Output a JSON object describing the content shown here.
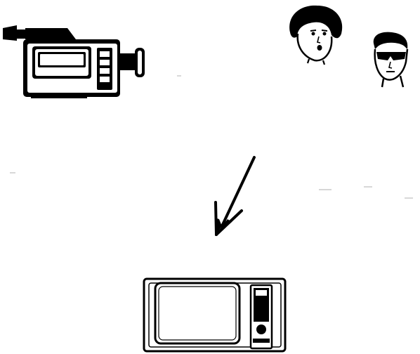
{
  "diagram": {
    "elements": [
      {
        "id": "camera",
        "icon": "video-camera-icon"
      },
      {
        "id": "person-1",
        "icon": "woman-face-icon"
      },
      {
        "id": "person-2",
        "icon": "man-sunglasses-icon"
      },
      {
        "id": "arrow",
        "icon": "arrow-down-left-icon"
      },
      {
        "id": "tv",
        "icon": "television-icon"
      }
    ],
    "colors": {
      "ink": "#000000",
      "paper": "#ffffff"
    }
  }
}
